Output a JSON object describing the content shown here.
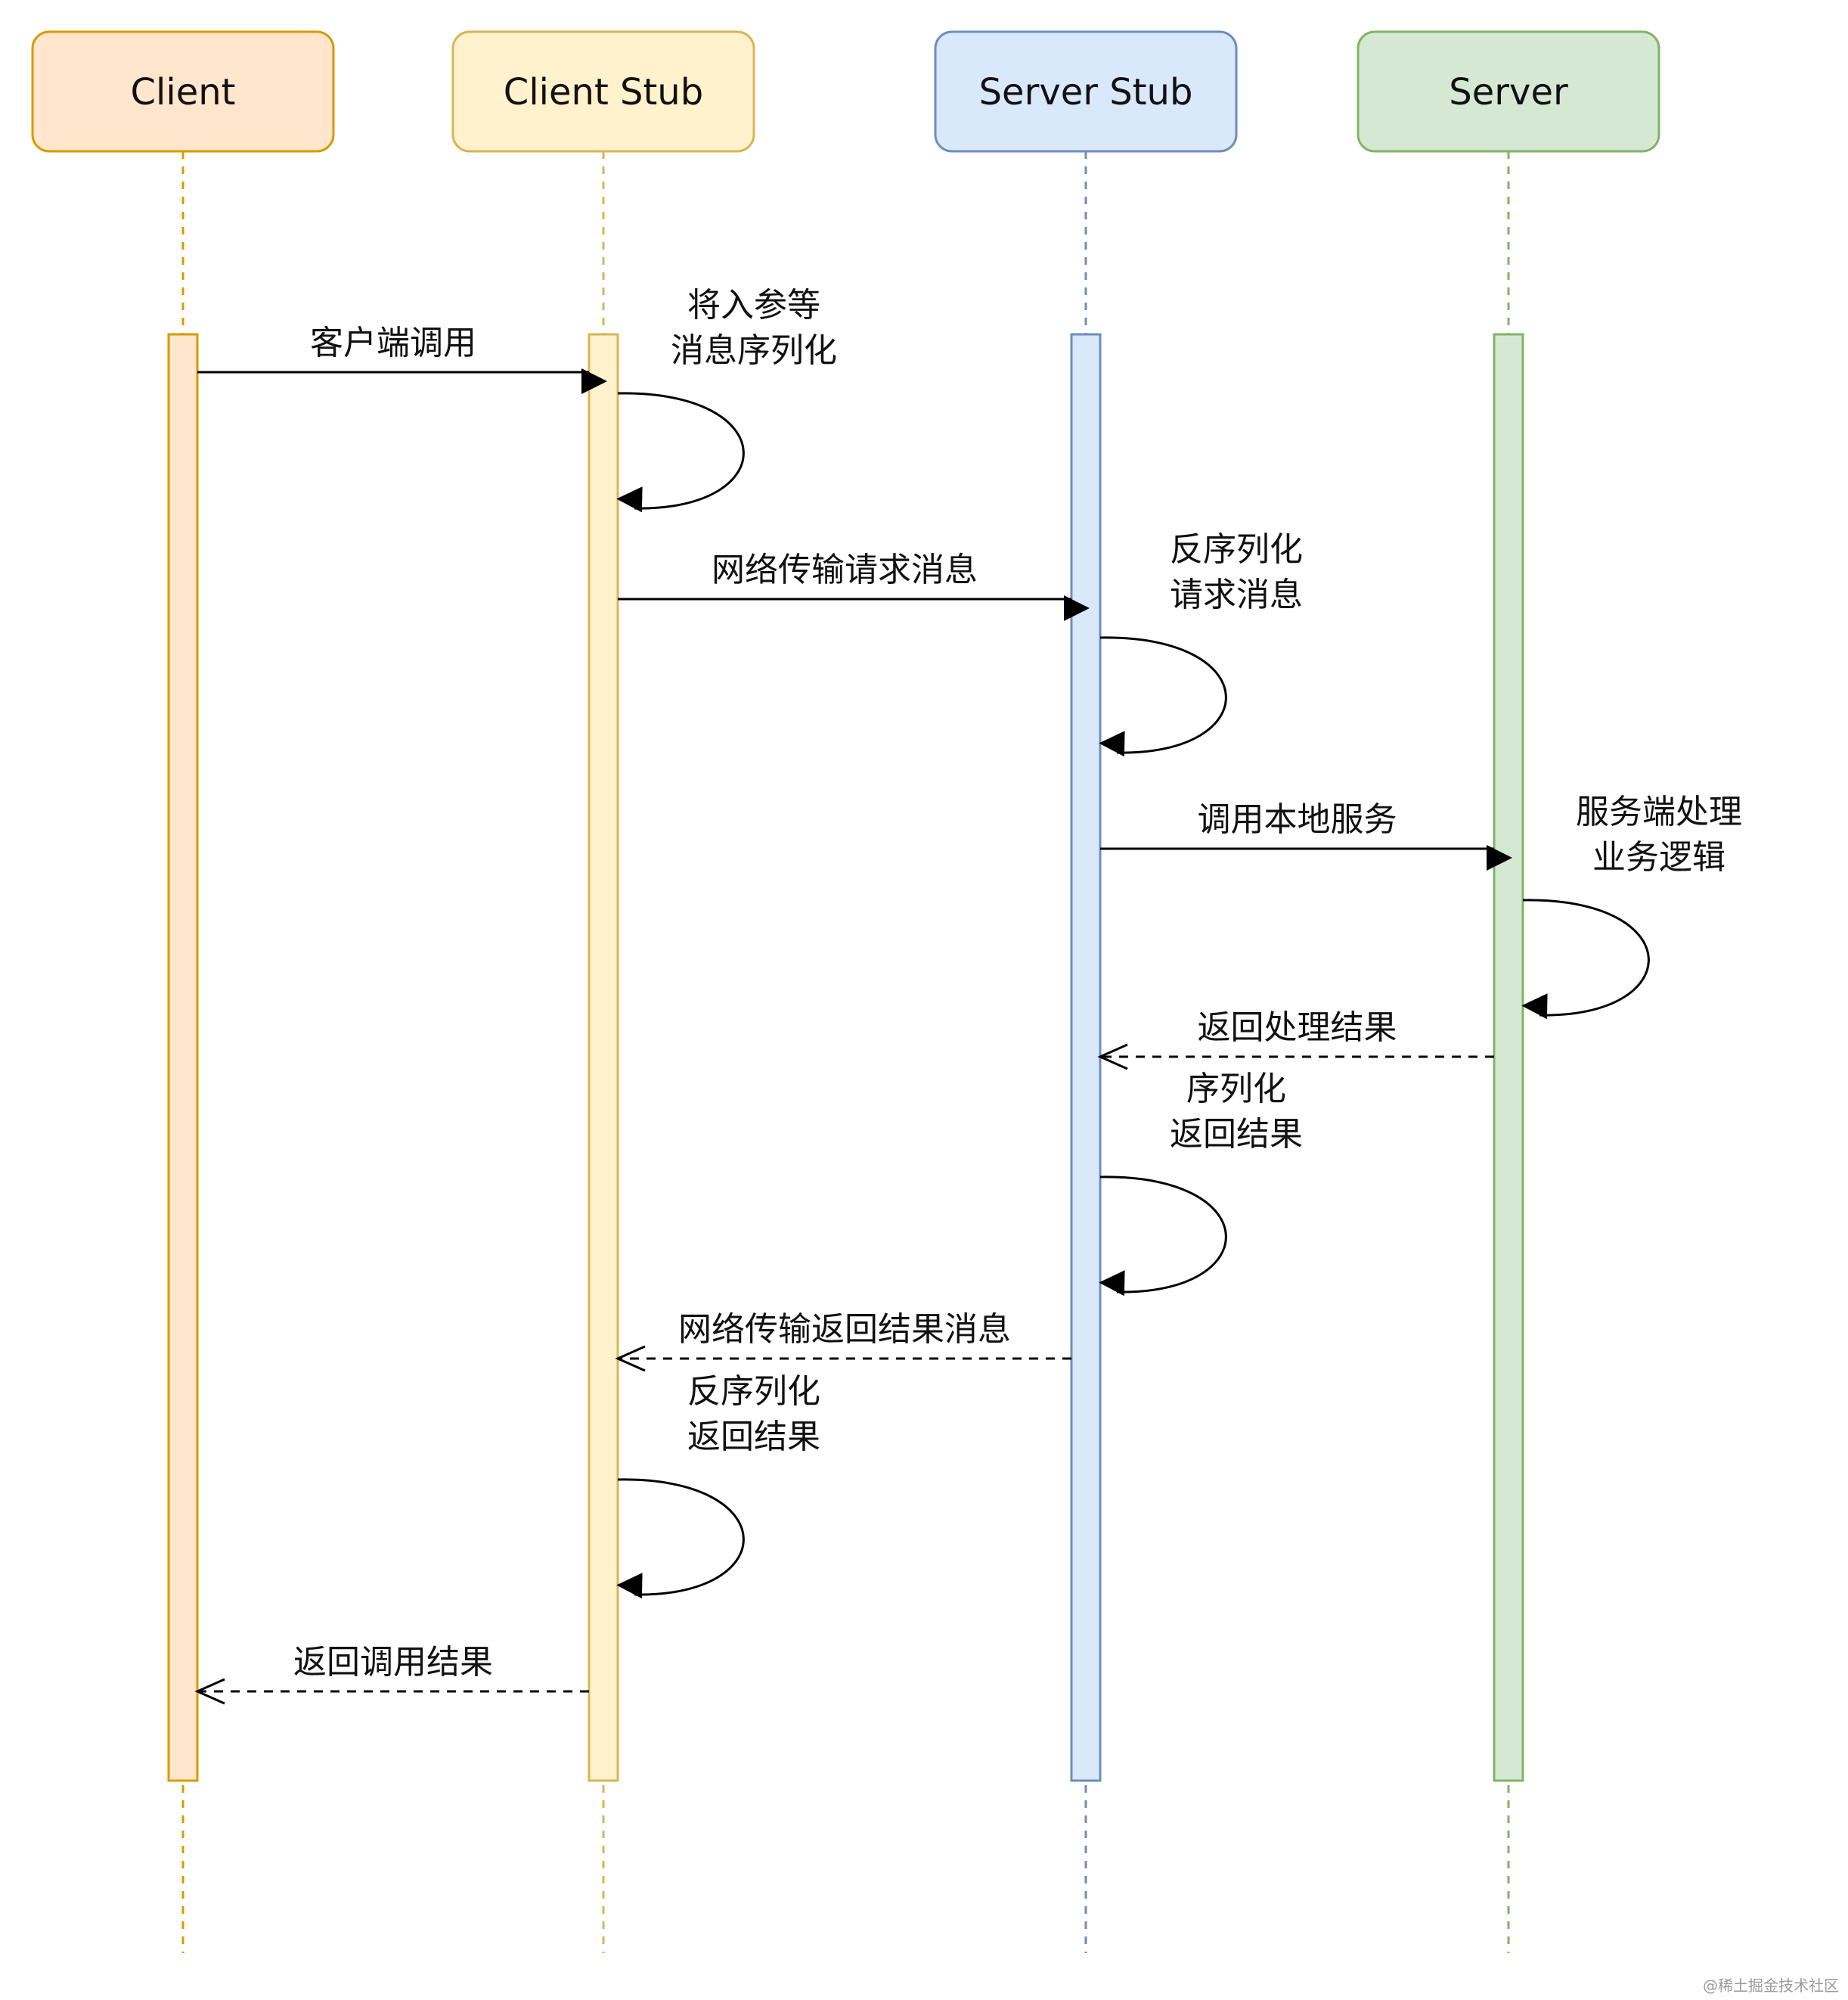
{
  "participants": [
    {
      "id": "client",
      "label": "Client",
      "fill": "#ffe6cc",
      "stroke": "#d79b00"
    },
    {
      "id": "client-stub",
      "label": "Client Stub",
      "fill": "#fff2cc",
      "stroke": "#d6b656"
    },
    {
      "id": "server-stub",
      "label": "Server Stub",
      "fill": "#dae8fc",
      "stroke": "#6c8ebf"
    },
    {
      "id": "server",
      "label": "Server",
      "fill": "#d5e8d4",
      "stroke": "#82b366"
    }
  ],
  "messages": [
    {
      "from": "client",
      "to": "client-stub",
      "label": "客户端调用",
      "style": "sync"
    },
    {
      "from": "client-stub",
      "to": "client-stub",
      "label": "将入参等\n消息序列化",
      "style": "self"
    },
    {
      "from": "client-stub",
      "to": "server-stub",
      "label": "网络传输请求消息",
      "style": "sync"
    },
    {
      "from": "server-stub",
      "to": "server-stub",
      "label": "反序列化\n请求消息",
      "style": "self"
    },
    {
      "from": "server-stub",
      "to": "server",
      "label": "调用本地服务",
      "style": "sync"
    },
    {
      "from": "server",
      "to": "server",
      "label": "服务端处理\n业务逻辑",
      "style": "self"
    },
    {
      "from": "server",
      "to": "server-stub",
      "label": "返回处理结果",
      "style": "return"
    },
    {
      "from": "server-stub",
      "to": "server-stub",
      "label": "序列化\n返回结果",
      "style": "self"
    },
    {
      "from": "server-stub",
      "to": "client-stub",
      "label": "网络传输返回结果消息",
      "style": "return"
    },
    {
      "from": "client-stub",
      "to": "client-stub",
      "label": "反序列化\n返回结果",
      "style": "self"
    },
    {
      "from": "client-stub",
      "to": "client",
      "label": "返回调用结果",
      "style": "return"
    }
  ],
  "watermark": "@稀土掘金技术社区"
}
